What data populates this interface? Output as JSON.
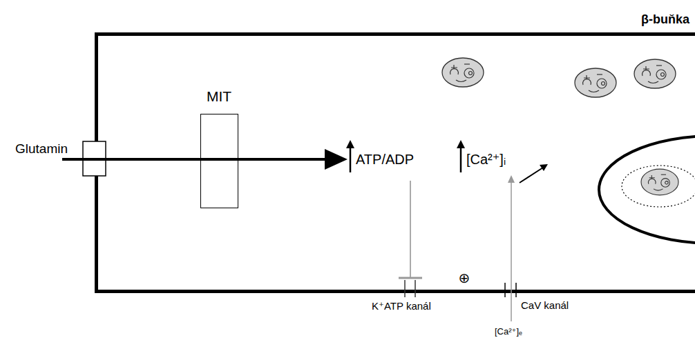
{
  "diagram": {
    "nodes": [
      {
        "text": [
          "β-buňka"
        ]
      },
      {
        "text": [
          "MIT"
        ],
        "in": 0
      }
    ],
    "labels": [
      "Glutamin",
      "ATP/ADP",
      "[Ca²⁺]ᵢ",
      "⊕",
      "K⁺ATP kanál",
      "CaV kanál",
      "[Ca²⁺]ₑ"
    ]
  }
}
